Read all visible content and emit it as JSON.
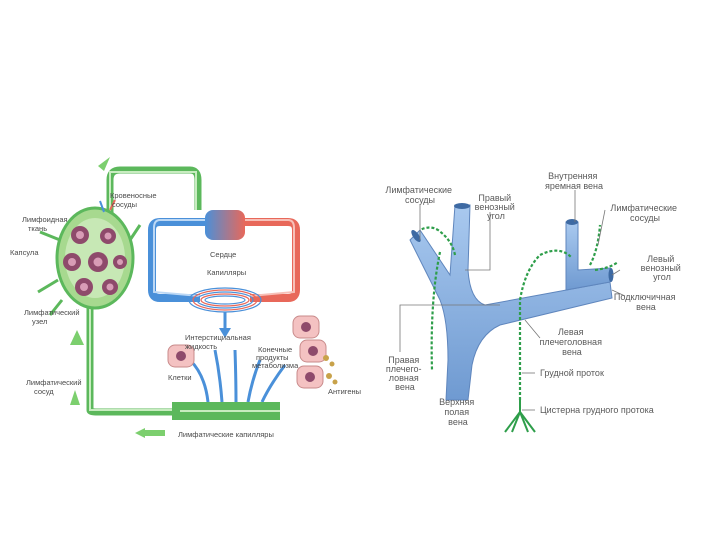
{
  "left_diagram": {
    "labels": {
      "blood_capillaries": [
        "Кровеносные",
        "сосуды"
      ],
      "lymphoid_tissue": [
        "Лимфоидная",
        "ткань"
      ],
      "capsule": "Капсула",
      "lymph_node": [
        "Лимфатический",
        "узел"
      ],
      "lymph_vessel": [
        "Лимфатический",
        "сосуд"
      ],
      "heart": "Сердце",
      "capillaries": "Капилляры",
      "interstitial_fluid": [
        "Интерстициальная",
        "жидкость"
      ],
      "metabolic_products": [
        "Конечные",
        "продукты",
        "метаболизма"
      ],
      "cells": "Клетки",
      "antigens": "Антигены",
      "lymph_capillaries": "Лимфатические капилляры"
    }
  },
  "right_diagram": {
    "labels": {
      "lymph_vessels_left": [
        "Лимфатические",
        "сосуды"
      ],
      "right_venous_angle": [
        "Правый",
        "венозный",
        "угол"
      ],
      "internal_jugular": [
        "Внутренняя",
        "яремная вена"
      ],
      "lymph_vessels_right": [
        "Лимфатические",
        "сосуды"
      ],
      "left_venous_angle": [
        "Левый",
        "венозный",
        "угол"
      ],
      "subclavian": [
        "Подключичная",
        "вена"
      ],
      "left_brachiocephalic": [
        "Левая",
        "плечеголовная",
        "вена"
      ],
      "thoracic_duct": "Грудной проток",
      "right_brachiocephalic": [
        "Правая",
        "плечего-",
        "ловная",
        "вена"
      ],
      "superior_vena_cava": [
        "Верхняя",
        "полая",
        "вена"
      ],
      "cisterna_chyli": "Цистерна грудного протока"
    }
  },
  "colors": {
    "lymph_green": "#5cb85c",
    "lymph_dark": "#2e7d32",
    "vessel_red": "#e8685a",
    "vessel_blue": "#4a90d9",
    "vein_blue": "#8fb7e6",
    "node_purple": "#8e4a6b",
    "cell_pink": "#f4c2c2"
  }
}
